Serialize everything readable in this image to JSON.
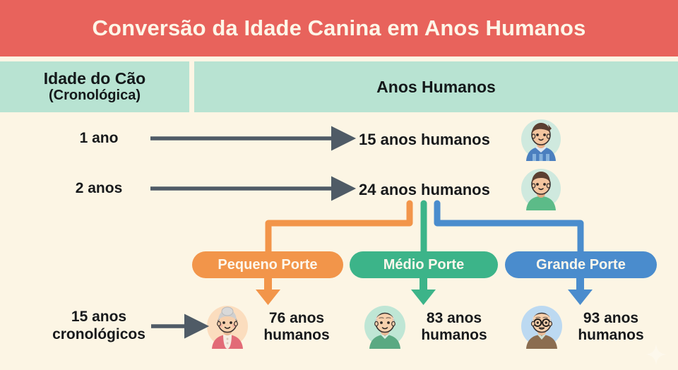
{
  "title": "Conversão da Idade Canina em Anos Humanos",
  "header": {
    "left_line1": "Idade do Cão",
    "left_line2": "(Cronológica)",
    "right": "Anos Humanos"
  },
  "rows": [
    {
      "dog_age": "1 ano",
      "human_years": "15 anos humanos",
      "avatar": "teen-boy-avatar"
    },
    {
      "dog_age": "2 anos",
      "human_years": "24 anos humanos",
      "avatar": "young-man-avatar"
    }
  ],
  "bottom_row": {
    "dog_age_line1": "15 anos",
    "dog_age_line2": "cronológicos"
  },
  "sizes": [
    {
      "label": "Pequeno Porte",
      "color": "#f2954a",
      "result_line1": "76 anos",
      "result_line2": "humanos",
      "avatar": "elderly-woman-avatar"
    },
    {
      "label": "Médio Porte",
      "color": "#3cb489",
      "result_line1": "83 anos",
      "result_line2": "humanos",
      "avatar": "elderly-man-avatar"
    },
    {
      "label": "Grande Porte",
      "color": "#4a8ccd",
      "result_line1": "93 anos",
      "result_line2": "humanos",
      "avatar": "elderly-man-glasses-avatar"
    }
  ],
  "colors": {
    "banner": "#e8635c",
    "header_band": "#b8e3d2",
    "background": "#fcf5e4",
    "arrow_gray": "#4f5b66",
    "small_orange": "#f2954a",
    "medium_green": "#3cb489",
    "large_blue": "#4a8ccd"
  }
}
